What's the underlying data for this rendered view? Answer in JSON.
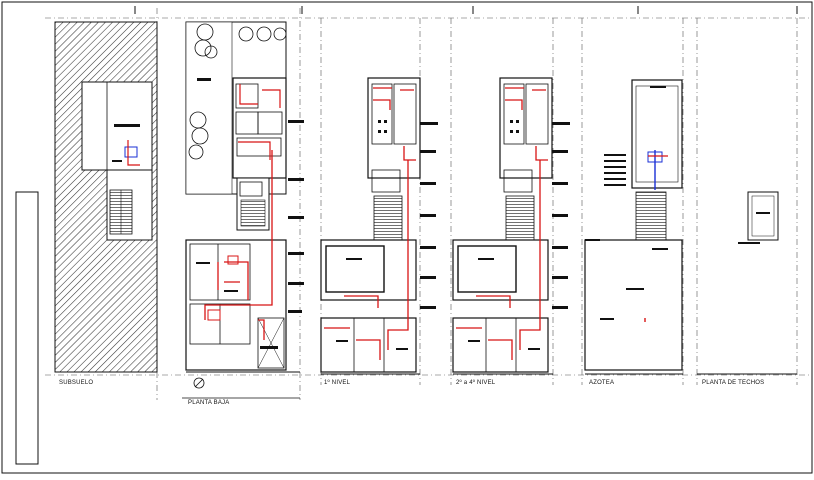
{
  "drawing": {
    "plans": [
      {
        "id": "subsuelo",
        "label": "SUBSUELO"
      },
      {
        "id": "planta-baja",
        "label": "PLANTA BAJA"
      },
      {
        "id": "primer-nivel",
        "label": "1º NIVEL"
      },
      {
        "id": "segundo-cuarto-nivel",
        "label": "2º a 4º NIVEL"
      },
      {
        "id": "azotea",
        "label": "AZOTEA"
      },
      {
        "id": "planta-techos",
        "label": "PLANTA DE TECHOS"
      }
    ],
    "colors": {
      "line": "#111111",
      "pipe_red": "#d81414",
      "pipe_blue": "#1a2fd6",
      "hatch": "#333333",
      "grid_dash": "#555555"
    }
  }
}
